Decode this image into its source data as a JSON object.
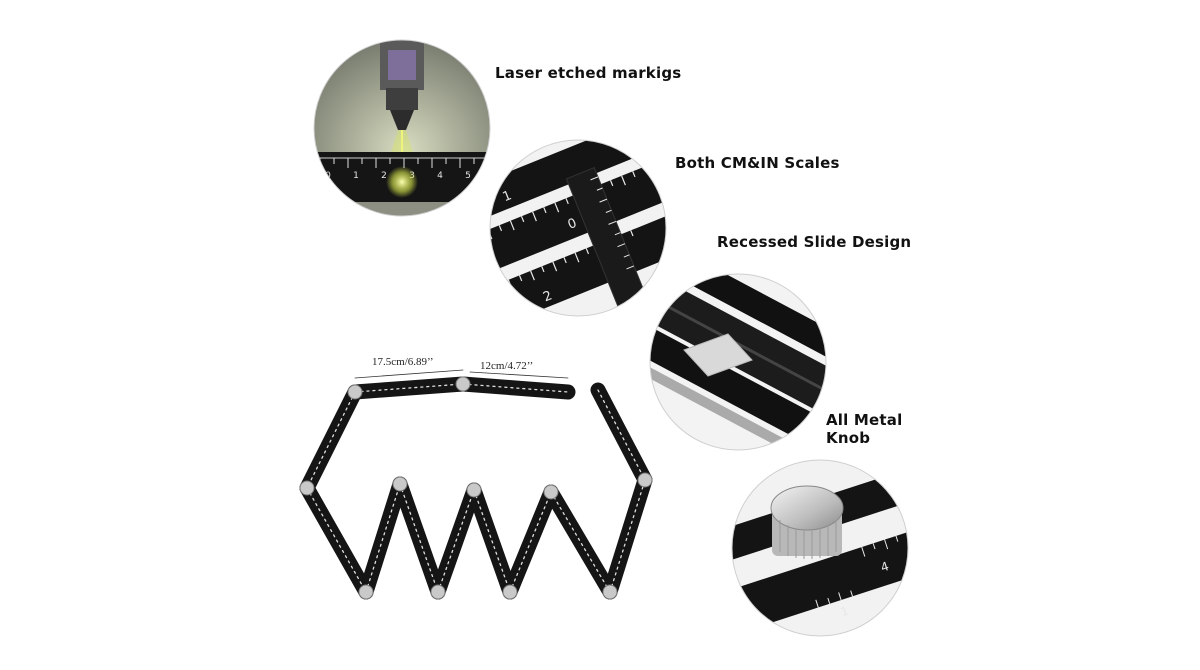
{
  "features": {
    "laser": "Laser etched markigs",
    "scales": "Both CM&IN Scales",
    "slide": "Recessed Slide Design",
    "knob_line1": "All Metal",
    "knob_line2": "Knob"
  },
  "dimensions": {
    "long_segment": "17.5cm/6.89’’",
    "short_segment": "12cm/4.72’’"
  },
  "scale_numbers": [
    "0",
    "1",
    "2",
    "3",
    "4",
    "5"
  ],
  "colors": {
    "ruler_black": "#141414",
    "marking": "#e8e8e8",
    "laser_beam": "#d8e84a"
  }
}
